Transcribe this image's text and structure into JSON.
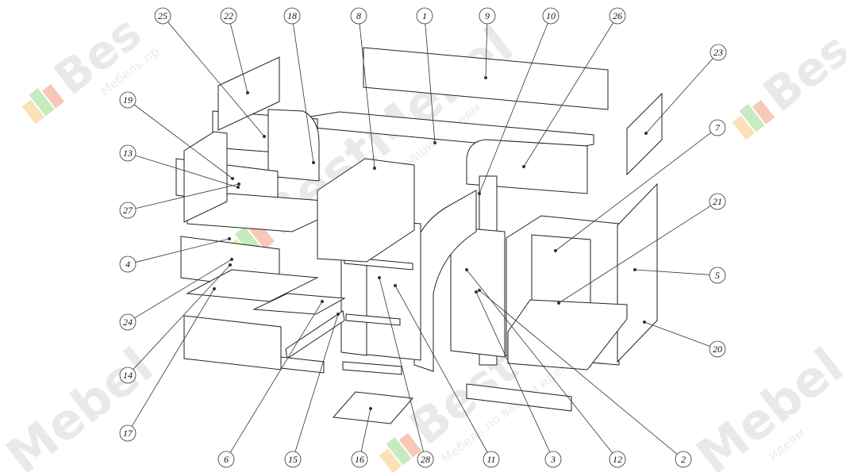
{
  "watermark": {
    "brand": "BestMebel",
    "brand_short": "Mebel",
    "brand_mid": "Best",
    "brand_top": "Bes",
    "tagline": "Мебель по вашим идеям",
    "tagline_short": "Мебель пр",
    "tagline_frag": "идеям",
    "colors": [
      "#f7d9a8",
      "#b9e6b0",
      "#f5b9a6"
    ]
  },
  "callouts": [
    {
      "id": "c25",
      "label": "25"
    },
    {
      "id": "c22",
      "label": "22"
    },
    {
      "id": "c18",
      "label": "18"
    },
    {
      "id": "c8",
      "label": "8"
    },
    {
      "id": "c1",
      "label": "1"
    },
    {
      "id": "c9",
      "label": "9"
    },
    {
      "id": "c10",
      "label": "10"
    },
    {
      "id": "c26",
      "label": "26"
    },
    {
      "id": "c23",
      "label": "23"
    },
    {
      "id": "c19",
      "label": "19"
    },
    {
      "id": "c7",
      "label": "7"
    },
    {
      "id": "c13",
      "label": "13"
    },
    {
      "id": "c21",
      "label": "21"
    },
    {
      "id": "c27",
      "label": "27"
    },
    {
      "id": "c4",
      "label": "4"
    },
    {
      "id": "c5",
      "label": "5"
    },
    {
      "id": "c24",
      "label": "24"
    },
    {
      "id": "c20",
      "label": "20"
    },
    {
      "id": "c14",
      "label": "14"
    },
    {
      "id": "c17",
      "label": "17"
    },
    {
      "id": "c6",
      "label": "6"
    },
    {
      "id": "c15",
      "label": "15"
    },
    {
      "id": "c16",
      "label": "16"
    },
    {
      "id": "c28",
      "label": "28"
    },
    {
      "id": "c11",
      "label": "11"
    },
    {
      "id": "c3",
      "label": "3"
    },
    {
      "id": "c12",
      "label": "12"
    },
    {
      "id": "c2",
      "label": "2"
    }
  ]
}
